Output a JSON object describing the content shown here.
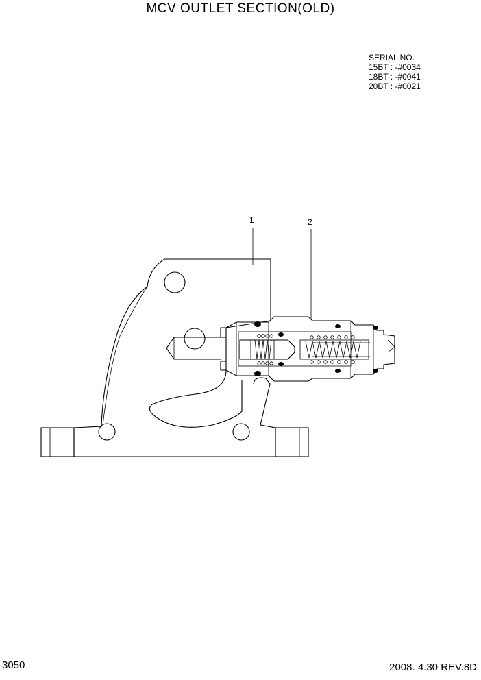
{
  "title": "MCV OUTLET SECTION(OLD)",
  "serial": {
    "heading": "SERIAL NO.",
    "lines": [
      "15BT : -#0034",
      "18BT : -#0041",
      "20BT : -#0021"
    ]
  },
  "callouts": [
    "1",
    "2"
  ],
  "footer": {
    "page_number": "3050",
    "revision": "2008. 4.30  REV.8D"
  }
}
